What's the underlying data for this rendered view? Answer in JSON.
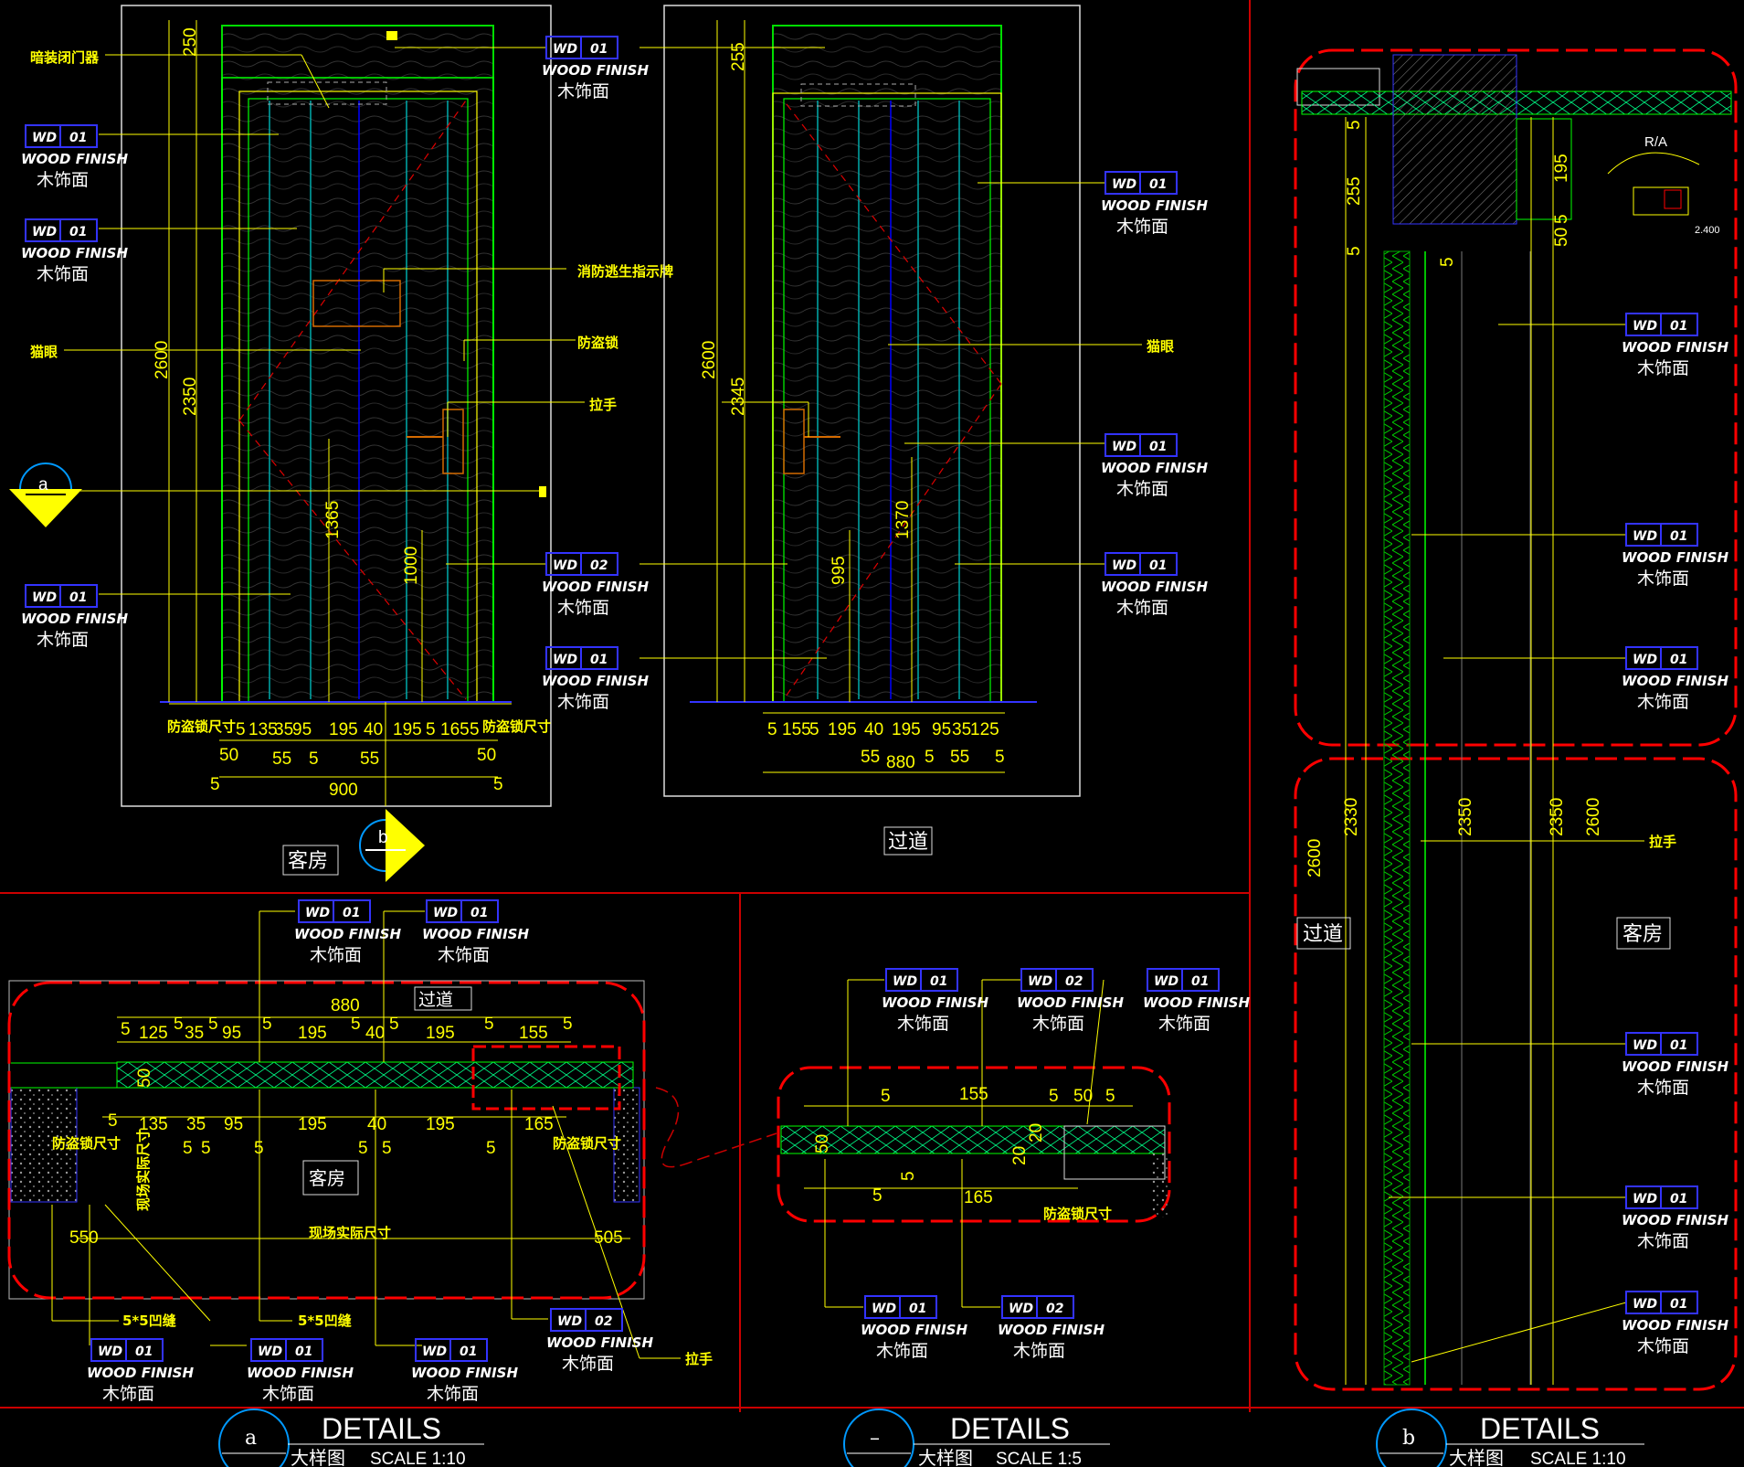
{
  "wood_tag": {
    "code_prefix": "WD",
    "finish_en": "WOOD FINISH",
    "finish_cn": "木饰面",
    "codes": {
      "a_01_1": "01",
      "a_01_2": "01",
      "a_01_3": "01",
      "a_01_4": "01",
      "a_02_1": "02",
      "a_01_5": "01",
      "b_01_1": "01",
      "b_01_2": "01",
      "b_01_3": "01",
      "c_01_1": "01",
      "c_01_2": "01",
      "c_01_3": "01",
      "c_01_4": "01",
      "c_01_5": "01",
      "c_01_6": "01",
      "d_01_1": "01",
      "d_01_2": "01",
      "d_01_3": "01",
      "d_01_4": "01",
      "d_01_5": "01",
      "d_02_1": "02",
      "e_01_1": "01",
      "e_02_1": "02",
      "e_01_2": "01",
      "e_01_3": "01",
      "e_02_2": "02"
    }
  },
  "elevation_a": {
    "callouts": {
      "closer": "暗装闭门器",
      "fire_sign": "消防逃生指示牌",
      "peephole": "猫眼",
      "lock": "防盗锁",
      "handle": "拉手"
    },
    "dims_vertical": [
      "250",
      "2600",
      "2350",
      "1365",
      "1000"
    ],
    "dims_bottom_row1": [
      "防盗锁尺寸",
      "5",
      "135",
      "35",
      "95",
      "195",
      "40",
      "195",
      "5",
      "165",
      "5",
      "防盗锁尺寸"
    ],
    "dims_bottom_row2": [
      "50",
      "55",
      "5",
      "55",
      "50"
    ],
    "dims_bottom_row3": [
      "5",
      "900",
      "5"
    ],
    "room_label": "客房",
    "section_marker": "a",
    "section_marker_b": "b"
  },
  "elevation_b": {
    "callouts": {
      "peephole": "猫眼"
    },
    "dims_vertical": [
      "255",
      "2600",
      "2345",
      "1370",
      "995"
    ],
    "dims_bottom_row1": [
      "5",
      "155",
      "5",
      "195",
      "40",
      "195",
      "95",
      "35",
      "125"
    ],
    "dims_bottom_row2": [
      "55",
      "880",
      "5",
      "55",
      "5"
    ],
    "room_label": "过道"
  },
  "section_right": {
    "ra_label": "R/A",
    "level": "2.400",
    "dims_top": [
      "5",
      "255",
      "5",
      "195",
      "50",
      "5",
      "5"
    ],
    "dims_lower": [
      "2600",
      "2330",
      "2350",
      "2350",
      "2600"
    ],
    "rooms": [
      "过道",
      "客房"
    ],
    "handle": "拉手"
  },
  "plan_a": {
    "corridor": "过道",
    "room": "客房",
    "dims_top": [
      "880",
      "5",
      "125",
      "5",
      "35",
      "5",
      "95",
      "5",
      "195",
      "5",
      "40",
      "5",
      "195",
      "5",
      "155",
      "5"
    ],
    "dims_mid": [
      "50",
      "5",
      "135",
      "35",
      "95",
      "195",
      "40",
      "195",
      "165"
    ],
    "dims_low": [
      "5",
      "5",
      "5",
      "5",
      "5",
      "5"
    ],
    "lock_size": "防盗锁尺寸",
    "site_size_vertical": "现场实际尺寸",
    "site_size": "现场实际尺寸",
    "dims_bottom": [
      "550",
      "505"
    ],
    "groove": "5*5凹缝",
    "handle": "拉手"
  },
  "plan_b": {
    "dims": [
      "5",
      "155",
      "5",
      "50",
      "5",
      "50",
      "20",
      "20",
      "5",
      "5",
      "165"
    ],
    "lock_size": "防盗锁尺寸"
  },
  "titles": [
    {
      "marker": "a",
      "title": "DETAILS",
      "sub": "大样图",
      "scale": "SCALE  1:10"
    },
    {
      "marker": "–",
      "title": "DETAILS",
      "sub": "大样图",
      "scale": "SCALE  1:5"
    },
    {
      "marker": "b",
      "title": "DETAILS",
      "sub": "大样图",
      "scale": "SCALE  1:10"
    }
  ],
  "colors": {
    "yellow": "#ffff00",
    "red": "#ff0000",
    "green": "#00ff00",
    "blue": "#3333ff",
    "frame": "#e0e0e0",
    "cyan": "#00e5e5"
  }
}
